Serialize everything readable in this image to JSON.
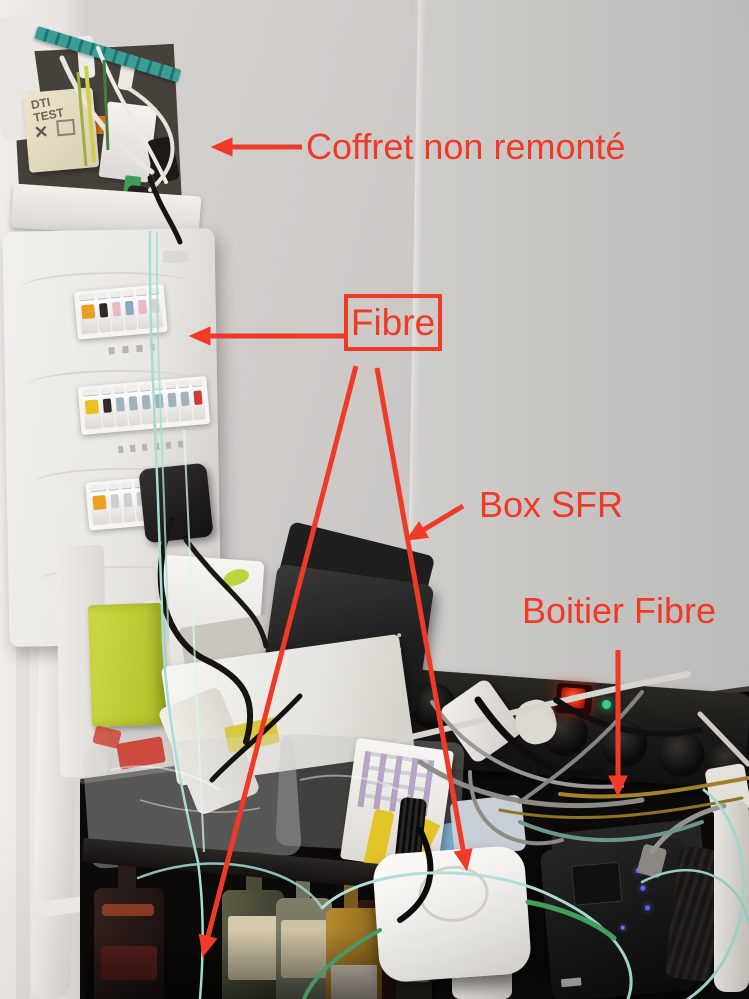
{
  "annotations": {
    "accent_color": "#F03A28",
    "coffret": "Coffret non remonté",
    "fibre": "Fibre",
    "box_sfr": "Box SFR",
    "boitier_fibre": "Boitier Fibre"
  },
  "photo_text": {
    "dti_box": "DTI TEST",
    "dti_cross": "✕"
  },
  "palette": {
    "wall_gray": "#c9c6c4",
    "left_wall_white": "#e9e6e2",
    "fiber_cable_teal": "#a8dcd2",
    "din_rail_teal": "#2f8e88",
    "lime_box": "#c3d53c",
    "power_switch_red": "#e2341c",
    "power_led_green": "#35d08a",
    "ont_led_blue": "#5a6cff"
  }
}
